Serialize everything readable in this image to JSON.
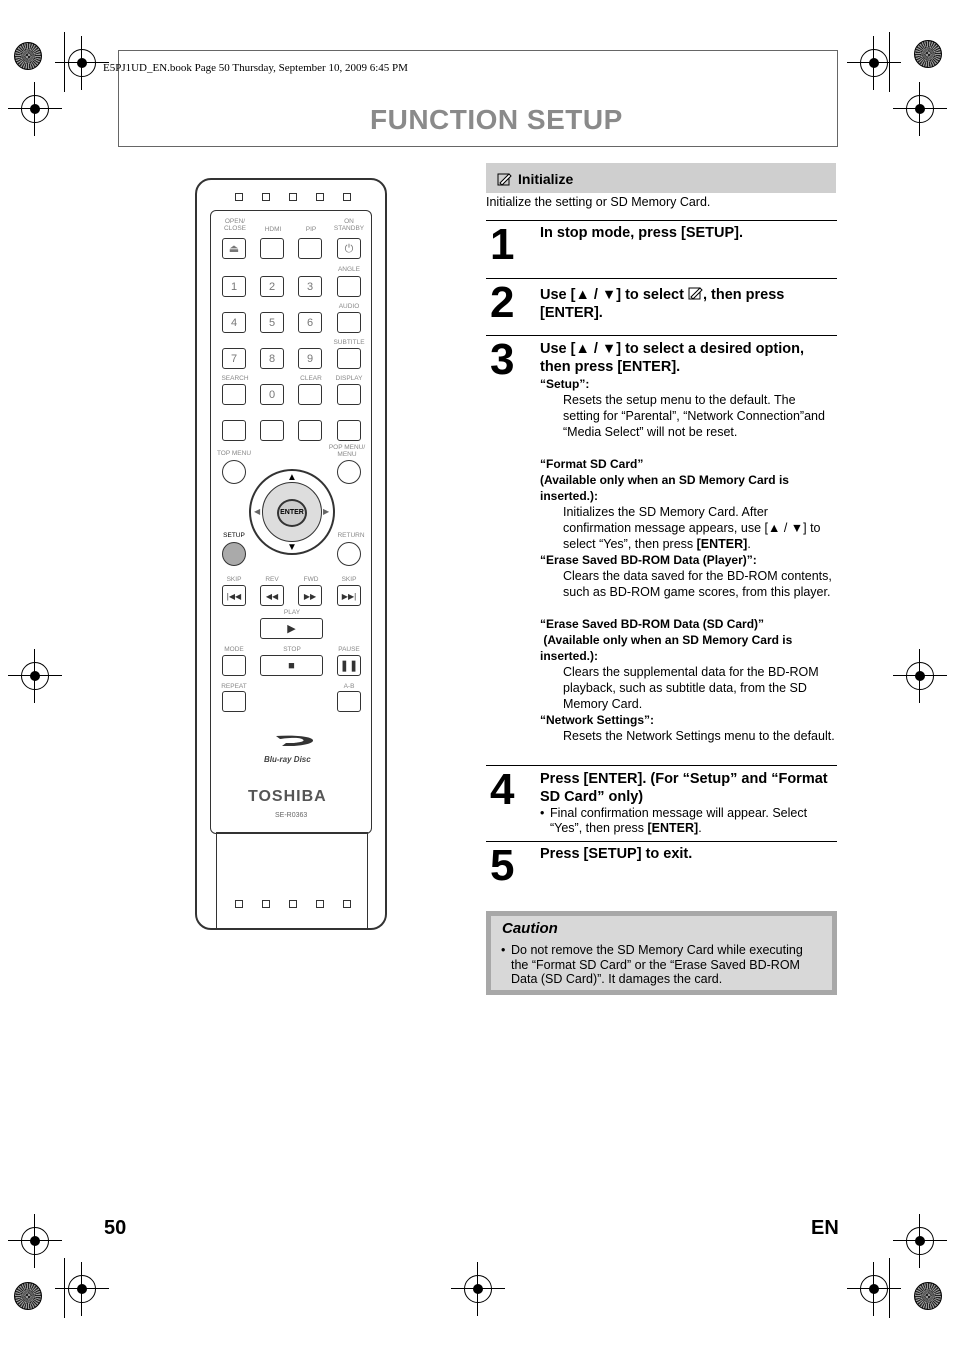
{
  "book_line": "E5PJ1UD_EN.book  Page 50  Thursday, September 10, 2009  6:45 PM",
  "section_title": "FUNCTION SETUP",
  "remote": {
    "labels": {
      "open_close": "OPEN/\nCLOSE",
      "hdmi": "HDMI",
      "pip": "PIP",
      "on_standby": "ON\nSTANDBY",
      "angle": "ANGLE",
      "audio": "AUDIO",
      "subtitle": "SUBTITLE",
      "search": "SEARCH",
      "clear": "CLEAR",
      "display": "DISPLAY",
      "top_menu": "TOP MENU",
      "pop_menu": "POP MENU/\nMENU",
      "setup": "SETUP",
      "return": "RETURN",
      "skip_l": "SKIP",
      "rev": "REV",
      "fwd": "FWD",
      "skip_r": "SKIP",
      "play": "PLAY",
      "mode": "MODE",
      "stop": "STOP",
      "pause": "PAUSE",
      "repeat": "REPEAT",
      "ab": "A-B",
      "enter": "ENTER"
    },
    "digits": [
      "1",
      "2",
      "3",
      "4",
      "5",
      "6",
      "7",
      "8",
      "9",
      "0"
    ],
    "logo_text": "Blu-ray Disc",
    "brand": "TOSHIBA",
    "model": "SE-R0363"
  },
  "initialize": {
    "title": "Initialize",
    "desc": "Initialize the setting or SD Memory Card."
  },
  "steps": {
    "s1": {
      "num": "1",
      "text": "In stop mode, press [SETUP]."
    },
    "s2": {
      "num": "2",
      "text_a": "Use [▲ / ▼] to select",
      "text_b": ", then press",
      "text_c": "[ENTER]."
    },
    "s3": {
      "num": "3",
      "text": "Use [▲ / ▼] to select a desired option, then press [ENTER]."
    },
    "s4": {
      "num": "4",
      "text": "Press [ENTER]. (For “Setup” and “Format SD Card” only)",
      "bullet_a": "Final confirmation message will appear. Select “Yes”, then press ",
      "bullet_b": "[ENTER]",
      "bullet_c": "."
    },
    "s5": {
      "num": "5",
      "text": "Press [SETUP] to exit."
    }
  },
  "options": {
    "setup_t": "“Setup”:",
    "setup_d": "Resets the setup menu to the default. The setting for “Parental”, “Network Connection”and “Media Select” will not be reset.",
    "format_t1": "“Format SD Card”",
    "format_t2": "(Available only when an SD Memory Card is inserted.):",
    "format_d_a": "Initializes the SD Memory Card. After confirmation message appears, use [▲ / ▼] to select “Yes”, then press ",
    "format_d_b": "[ENTER]",
    "format_d_c": ".",
    "erase_p_t": "“Erase Saved BD-ROM Data (Player)”:",
    "erase_p_d": "Clears the data saved for the BD-ROM contents, such as BD-ROM game scores, from this player.",
    "erase_sd_t1": "“Erase Saved BD-ROM Data (SD Card)”",
    "erase_sd_t2": " (Available only when an SD Memory Card is inserted.):",
    "erase_sd_d": "Clears the supplemental data for the BD-ROM playback, such as subtitle data, from the SD Memory Card.",
    "network_t": "“Network Settings”:",
    "network_d": "Resets the Network Settings menu to the default."
  },
  "caution": {
    "title": "Caution",
    "text": "Do not remove the SD Memory Card while executing the “Format SD Card” or the “Erase Saved BD-ROM Data (SD Card)”.  It damages the card."
  },
  "page_number": "50",
  "lang": "EN"
}
